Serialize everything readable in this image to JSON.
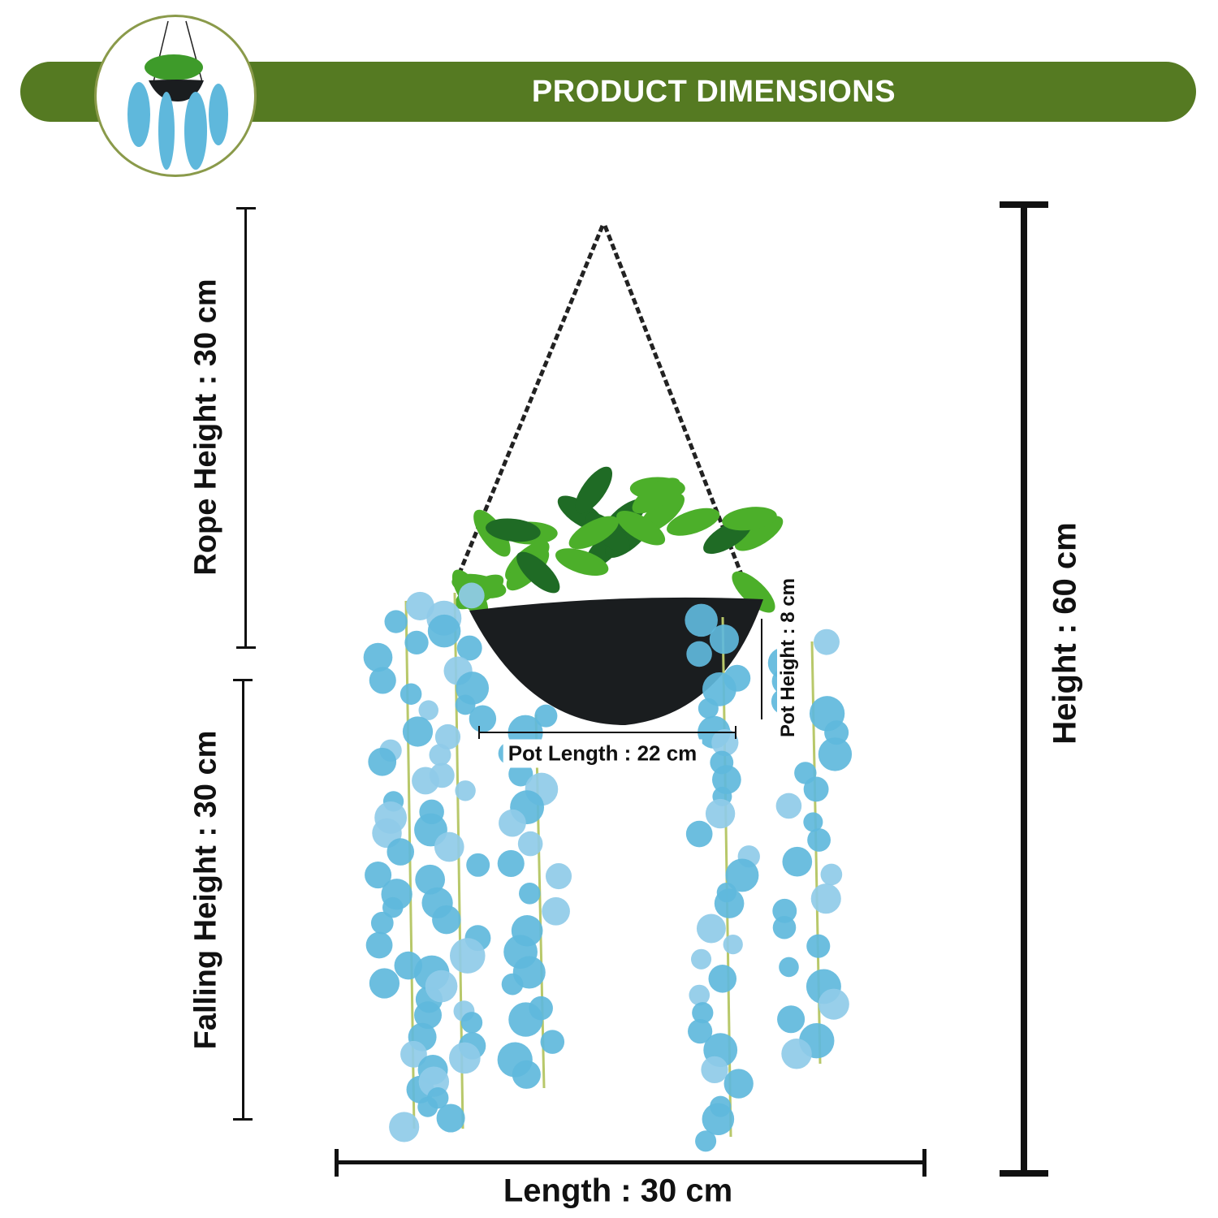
{
  "header": {
    "title": "PRODUCT DIMENSIONS"
  },
  "colors": {
    "banner": "#557a22",
    "flower": "#5fb8dc",
    "leaf": "#4caf2a",
    "pot": "#1a1d1f"
  },
  "dimensions": {
    "rope_height": "Rope Height : 30 cm",
    "falling_height": "Falling Height : 30 cm",
    "total_height": "Height : 60 cm",
    "length": "Length : 30 cm",
    "pot_length": "Pot Length : 22 cm",
    "pot_height": "Pot Height : 8 cm"
  }
}
